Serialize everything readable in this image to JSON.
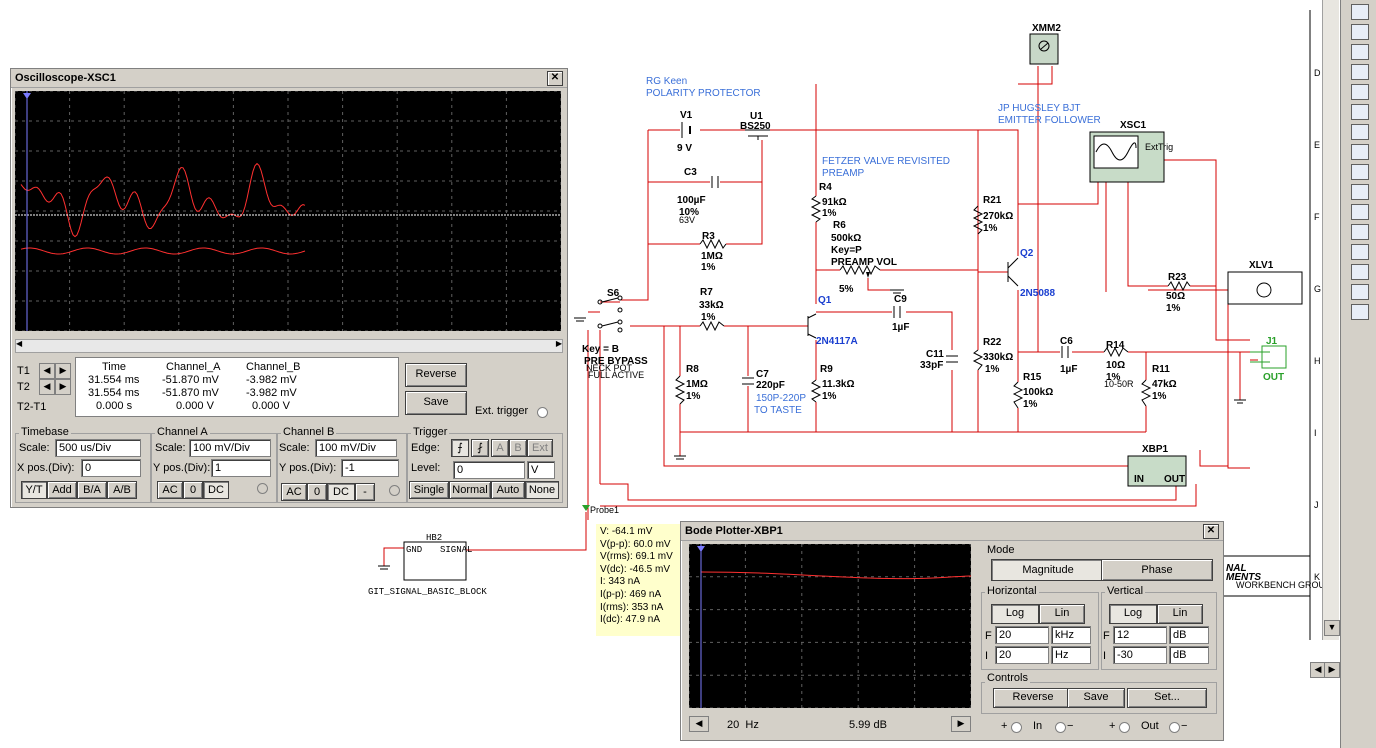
{
  "colors": {
    "wire": "#d40000",
    "screen_bg": "#000000",
    "trace_a": "#ff3030",
    "trace_b": "#ffffff",
    "note": "#3a6fd8",
    "transistor_label": "#1a3fd0",
    "probe_bg": "#ffffcc"
  },
  "schematic": {
    "notes": {
      "rg_keen": "RG Keen",
      "polarity": "POLARITY PROTECTOR",
      "fetzer1": "FETZER VALVE REVISITED",
      "fetzer2": "PREAMP",
      "jp1": "JP HUGSLEY BJT",
      "jp2": "EMITTER FOLLOWER",
      "c7note1": "150P-220P",
      "c7note2": "TO TASTE"
    },
    "parts": {
      "v1": "V1",
      "v1_val": "9 V",
      "u1": "U1",
      "u1_val": "BS250",
      "c3": "C3",
      "c3_val": "100µF",
      "c3_tol": "10%",
      "c3_v": "63V",
      "r3": "R3",
      "r3_val": "1MΩ",
      "r3_tol": "1%",
      "r4": "R4",
      "r4_val": "91kΩ",
      "r4_tol": "1%",
      "r6": "R6",
      "r6_val": "500kΩ",
      "r6_key": "Key=P",
      "r6_name": "PREAMP VOL",
      "r6_pct": "5%",
      "s6": "S6",
      "s6_key": "Key = B",
      "s6_name": "PRE BYPASS",
      "s6_n1": "NECK POT",
      "s6_n2": "FULL ACTIVE",
      "r7": "R7",
      "r7_val": "33kΩ",
      "r7_tol": "1%",
      "q1": "Q1",
      "q1_val": "2N4117A",
      "c9": "C9",
      "c9_val": "1µF",
      "r8": "R8",
      "r8_val": "1MΩ",
      "r8_tol": "1%",
      "c7": "C7",
      "c7_val": "220pF",
      "r9": "R9",
      "r9_val": "11.3kΩ",
      "r9_tol": "1%",
      "c11": "C11",
      "c11_val": "33pF",
      "r21": "R21",
      "r21_val": "270kΩ",
      "r21_tol": "1%",
      "q2": "Q2",
      "q2_val": "2N5088",
      "r22": "R22",
      "r22_val": "330kΩ",
      "r22_tol": "1%",
      "r15": "R15",
      "r15_val": "100kΩ",
      "r15_tol": "1%",
      "c6": "C6",
      "c6_val": "1µF",
      "r14": "R14",
      "r14_val": "10Ω",
      "r14_tol": "1%",
      "r14_note": "10-50R",
      "r11": "R11",
      "r11_val": "47kΩ",
      "r11_tol": "1%",
      "r23": "R23",
      "r23_val": "50Ω",
      "r23_tol": "1%",
      "xmm2": "XMM2",
      "xsc1": "XSC1",
      "xlv1": "XLV1",
      "xbp1": "XBP1",
      "xbp_in": "IN",
      "xbp_out": "OUT",
      "j1": "J1",
      "j1_out": "OUT",
      "hb2": "HB2",
      "hb2_gnd": "GND",
      "hb2_sig": "SIGNAL",
      "hb2_name": "GIT_SIGNAL_BASIC_BLOCK",
      "probe": "Probe1",
      "ext": "ExtTrig"
    },
    "titleblock": {
      "l1": "NAL",
      "l2": "MENTS",
      "l3": "WORKBENCH GROUP"
    },
    "ruler": [
      "D",
      "E",
      "F",
      "G",
      "H",
      "I",
      "J",
      "K"
    ]
  },
  "probe": {
    "lines": [
      "V: -64.1 mV",
      "V(p-p): 60.0 mV",
      "V(rms): 69.1 mV",
      "V(dc): -46.5 mV",
      "I: 343 nA",
      "I(p-p): 469 nA",
      "I(rms): 353 nA",
      "I(dc): 47.9 nA"
    ]
  },
  "scope": {
    "title": "Oscilloscope-XSC1",
    "close": "✕",
    "cols": {
      "time": "Time",
      "cha": "Channel_A",
      "chb": "Channel_B"
    },
    "rows": [
      {
        "label": "T1",
        "time": "31.554 ms",
        "a": "-51.870 mV",
        "b": "-3.982 mV"
      },
      {
        "label": "T2",
        "time": "31.554 ms",
        "a": "-51.870 mV",
        "b": "-3.982 mV"
      },
      {
        "label": "T2-T1",
        "time": "0.000 s",
        "a": "0.000 V",
        "b": "0.000 V"
      }
    ],
    "reverse": "Reverse",
    "save": "Save",
    "ext_trigger": "Ext. trigger",
    "timebase": {
      "title": "Timebase",
      "scale_lbl": "Scale:",
      "scale": "500 us/Div",
      "xpos_lbl": "X pos.(Div):",
      "xpos": "0",
      "yt": "Y/T",
      "add": "Add",
      "ba": "B/A",
      "ab": "A/B"
    },
    "cha": {
      "title": "Channel A",
      "scale_lbl": "Scale:",
      "scale": "100 mV/Div",
      "ypos_lbl": "Y pos.(Div):",
      "ypos": "1",
      "ac": "AC",
      "zero": "0",
      "dc": "DC"
    },
    "chb": {
      "title": "Channel B",
      "scale_lbl": "Scale:",
      "scale": "100 mV/Div",
      "ypos_lbl": "Y pos.(Div):",
      "ypos": "-1",
      "ac": "AC",
      "zero": "0",
      "dc": "DC",
      "minus": "-"
    },
    "trigger": {
      "title": "Trigger",
      "edge_lbl": "Edge:",
      "level_lbl": "Level:",
      "level": "0",
      "unit": "V",
      "a": "A",
      "b": "B",
      "ext": "Ext",
      "single": "Single",
      "normal": "Normal",
      "auto": "Auto",
      "none": "None"
    }
  },
  "bode": {
    "title": "Bode Plotter-XBP1",
    "close": "✕",
    "mode": "Mode",
    "magnitude": "Magnitude",
    "phase": "Phase",
    "horizontal": "Horizontal",
    "vertical": "Vertical",
    "log": "Log",
    "lin": "Lin",
    "hf": "F",
    "hf_val": "20",
    "hf_unit": "kHz",
    "hi": "I",
    "hi_val": "20",
    "hi_unit": "Hz",
    "vf": "F",
    "vf_val": "12",
    "vf_unit": "dB",
    "vi": "I",
    "vi_val": "-30",
    "vi_unit": "dB",
    "controls": "Controls",
    "reverse": "Reverse",
    "save": "Save",
    "set": "Set...",
    "freq": "20",
    "freq_unit": "Hz",
    "gain": "5.99 dB",
    "in": "In",
    "out": "Out",
    "plus": "+",
    "minus": "−"
  }
}
